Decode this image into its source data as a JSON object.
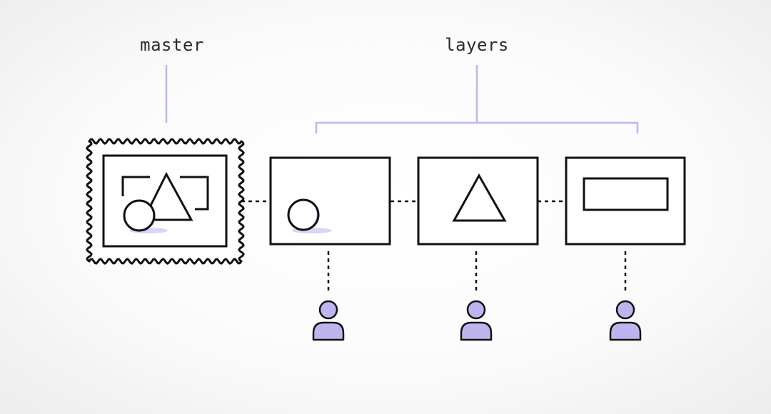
{
  "labels": {
    "master": "master",
    "layers": "layers"
  },
  "colors": {
    "ink": "#111111",
    "accent": "#bdb6ee",
    "accent_light": "#d9d5f6",
    "background": "#fbfbfb"
  },
  "master_frame": {
    "border_style": "stamp-perforated",
    "contents": [
      "bracket-frame-icon",
      "triangle-icon",
      "circle-icon"
    ]
  },
  "layer_frames": [
    {
      "content_icon": "circle-icon"
    },
    {
      "content_icon": "triangle-icon"
    },
    {
      "content_icon": "rectangle-icon"
    }
  ],
  "users": [
    {
      "icon": "user-icon",
      "connected_to": "layer-1"
    },
    {
      "icon": "user-icon",
      "connected_to": "layer-2"
    },
    {
      "icon": "user-icon",
      "connected_to": "layer-3"
    }
  ]
}
